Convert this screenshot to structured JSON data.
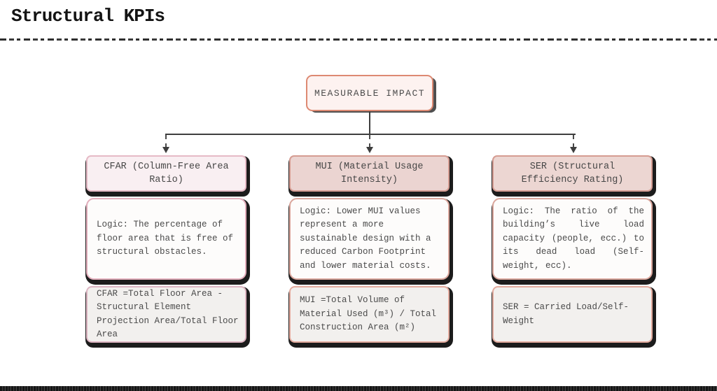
{
  "title": "Structural KPIs",
  "root": {
    "label": "MEASURABLE IMPACT"
  },
  "columns": [
    {
      "id": "cfar",
      "header": "CFAR (Column-Free Area\nRatio)",
      "logic": "Logic: The percentage of\nfloor area that is free of\nstructural obstacles.",
      "formula": "CFAR =Total Floor Area -\nStructural Element\nProjection Area/Total Floor\nArea"
    },
    {
      "id": "mui",
      "header": "MUI (Material Usage\nIntensity)",
      "logic": "Logic: Lower MUI values\nrepresent a more\nsustainable design with a\nreduced Carbon Footprint\nand lower material costs.",
      "formula": "MUI =Total Volume of\nMaterial Used (m³) / Total\nConstruction Area (m²)"
    },
    {
      "id": "ser",
      "header": "SER (Structural\nEfficiency Rating)",
      "logic": "Logic: The ratio of the building’s live load capacity (people, ecc.) to its dead load (Self-weight, ecc).",
      "formula": "SER = Carried Load/Self-\nWeight"
    }
  ],
  "colors": {
    "root_border": "#dd8972",
    "root_fill": "#fdf2f0",
    "cfar_accent": "#e6bac6",
    "mui_accent": "#d59c92",
    "ser_accent": "#d59c92",
    "connector": "#3e3e3e",
    "shadow": "#1c1c1c"
  }
}
